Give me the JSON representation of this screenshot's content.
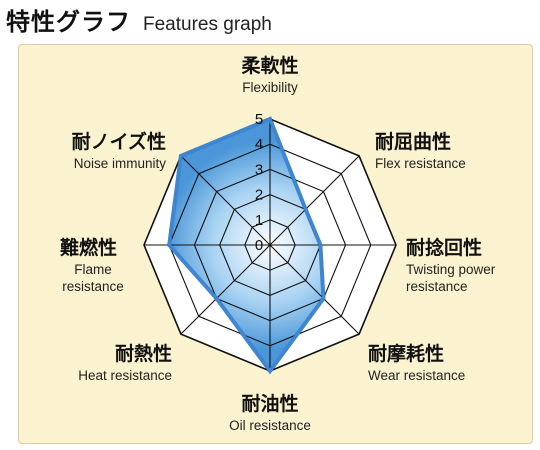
{
  "header": {
    "title_ja": "特性グラフ",
    "title_en": "Features graph"
  },
  "colors": {
    "panel_bg": "#fbf3cf",
    "fill_edge": "#3f86d1",
    "fill_center": "#ffffff",
    "fill_outer": "#4a96d8",
    "grid": "#111111"
  },
  "chart_data": {
    "type": "radar",
    "ticks": [
      "0",
      "1",
      "2",
      "3",
      "4",
      "5"
    ],
    "range": [
      0,
      5
    ],
    "axes": [
      {
        "ja": "柔軟性",
        "en": [
          "Flexibility"
        ]
      },
      {
        "ja": "耐屈曲性",
        "en": [
          "Flex resistance"
        ]
      },
      {
        "ja": "耐捻回性",
        "en": [
          "Twisting power",
          "resistance"
        ]
      },
      {
        "ja": "耐摩耗性",
        "en": [
          "Wear resistance"
        ]
      },
      {
        "ja": "耐油性",
        "en": [
          "Oil resistance"
        ]
      },
      {
        "ja": "耐熱性",
        "en": [
          "Heat resistance"
        ]
      },
      {
        "ja": "難燃性",
        "en": [
          "Flame",
          "resistance"
        ]
      },
      {
        "ja": "耐ノイズ性",
        "en": [
          "Noise immunity"
        ]
      }
    ],
    "values": [
      5,
      2,
      2,
      3,
      5,
      3,
      4,
      5
    ]
  }
}
